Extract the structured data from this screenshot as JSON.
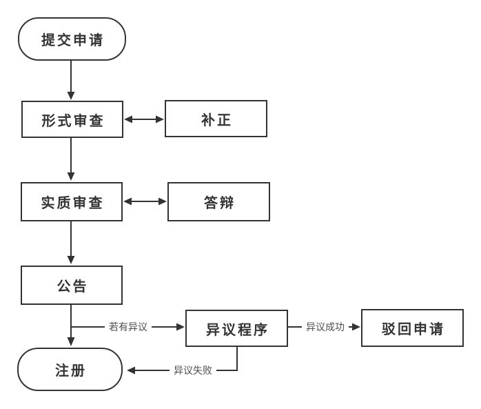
{
  "flowchart": {
    "nodes": {
      "submit": {
        "label": "提交申请",
        "shape": "rounded"
      },
      "formal_review": {
        "label": "形式审查",
        "shape": "rect"
      },
      "correction": {
        "label": "补正",
        "shape": "rect"
      },
      "substantive_review": {
        "label": "实质审查",
        "shape": "rect"
      },
      "defense": {
        "label": "答辩",
        "shape": "rect"
      },
      "announcement": {
        "label": "公告",
        "shape": "rect"
      },
      "opposition": {
        "label": "异议程序",
        "shape": "rect"
      },
      "rejection": {
        "label": "驳回申请",
        "shape": "rect"
      },
      "registration": {
        "label": "注册",
        "shape": "rounded"
      }
    },
    "edge_labels": {
      "if_opposition": "若有异议",
      "opposition_success": "异议成功",
      "opposition_failure": "异议失败"
    },
    "colors": {
      "line": "#333333",
      "node_border": "#333333",
      "node_text": "#333333",
      "edge_label_text": "#4d4d4d",
      "background": "#ffffff"
    }
  }
}
